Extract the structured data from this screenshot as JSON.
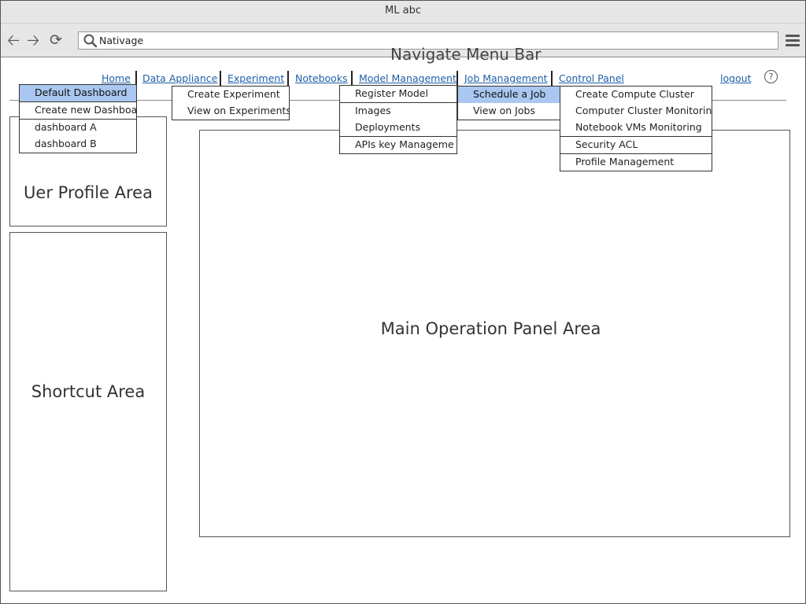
{
  "window": {
    "title": "ML abc"
  },
  "browser": {
    "address_value": "Nativage",
    "icons": {
      "back": "arrow-left-icon",
      "forward": "arrow-right-icon",
      "reload": "refresh-icon",
      "search": "search-icon",
      "menu": "hamburger-icon"
    }
  },
  "nav": {
    "title": "Navigate Menu Bar",
    "items": [
      {
        "label": "Home"
      },
      {
        "label": "Data Appliance"
      },
      {
        "label": "Experiment"
      },
      {
        "label": "Notebooks"
      },
      {
        "label": "Model Management"
      },
      {
        "label": "Job Management"
      },
      {
        "label": "Control Panel"
      }
    ],
    "logout": "logout",
    "help": "?"
  },
  "menus": {
    "home": [
      "Default Dashboard",
      "Create new Dashboa",
      "dashboard A",
      "dashboard B"
    ],
    "experiment": [
      "Create Experiment",
      "View on Experiments"
    ],
    "model": [
      "Register Model",
      "Images",
      "Deployments",
      "APIs key Manageme"
    ],
    "job": [
      "Schedule a Job",
      "View on Jobs"
    ],
    "control": [
      "Create Compute Cluster",
      "Computer Cluster Monitorin",
      "Notebook VMs Monitoring",
      "Security ACL",
      "Profile Management"
    ]
  },
  "areas": {
    "profile": "Uer Profile Area",
    "shortcut": "Shortcut Area",
    "main": "Main Operation Panel Area"
  },
  "colors": {
    "link": "#1f5fa8",
    "selected": "#a9c7f0",
    "chrome": "#e6e6e6"
  }
}
